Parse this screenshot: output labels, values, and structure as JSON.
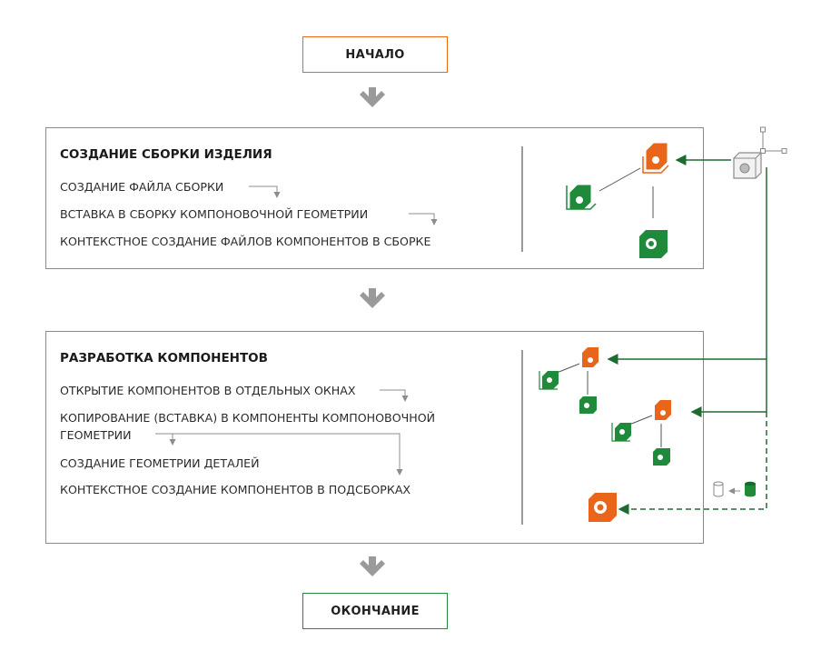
{
  "colors": {
    "orange": "#e8651a",
    "green": "#1e8a3a",
    "gray": "#8a8a8a",
    "arrow_gray": "#8c8c8c"
  },
  "start": {
    "label": "НАЧАЛО"
  },
  "end": {
    "label": "ОКОНЧАНИЕ"
  },
  "stage1": {
    "title": "СОЗДАНИЕ СБОРКИ ИЗДЕЛИЯ",
    "steps": [
      "СОЗДАНИЕ ФАЙЛА СБОРКИ",
      "ВСТАВКА В СБОРКУ КОМПОНОВОЧНОЙ ГЕОМЕТРИИ",
      "КОНТЕКСТНОЕ СОЗДАНИЕ ФАЙЛОВ КОМПОНЕНТОВ В СБОРКЕ"
    ]
  },
  "stage2": {
    "title": "РАЗРАБОТКА КОМПОНЕНТОВ",
    "steps": [
      "ОТКРЫТИЕ КОМПОНЕНТОВ В ОТДЕЛЬНЫХ ОКНАХ",
      "КОПИРОВАНИЕ (ВСТАВКА) В КОМПОНЕНТЫ КОМПОНОВОЧНОЙ",
      "ГЕОМЕТРИИ",
      "СОЗДАНИЕ ГЕОМЕТРИИ ДЕТАЛЕЙ",
      "КОНТЕКСТНОЕ СОЗДАНИЕ КОМПОНЕНТОВ В ПОДСБОРКАХ"
    ]
  },
  "icons": [
    "layout-geometry-icon",
    "assembly-icon",
    "subassembly-icon",
    "part-icon",
    "cylinder-outline-icon",
    "cylinder-solid-icon",
    "final-part-icon",
    "flow-down-arrow-icon"
  ]
}
